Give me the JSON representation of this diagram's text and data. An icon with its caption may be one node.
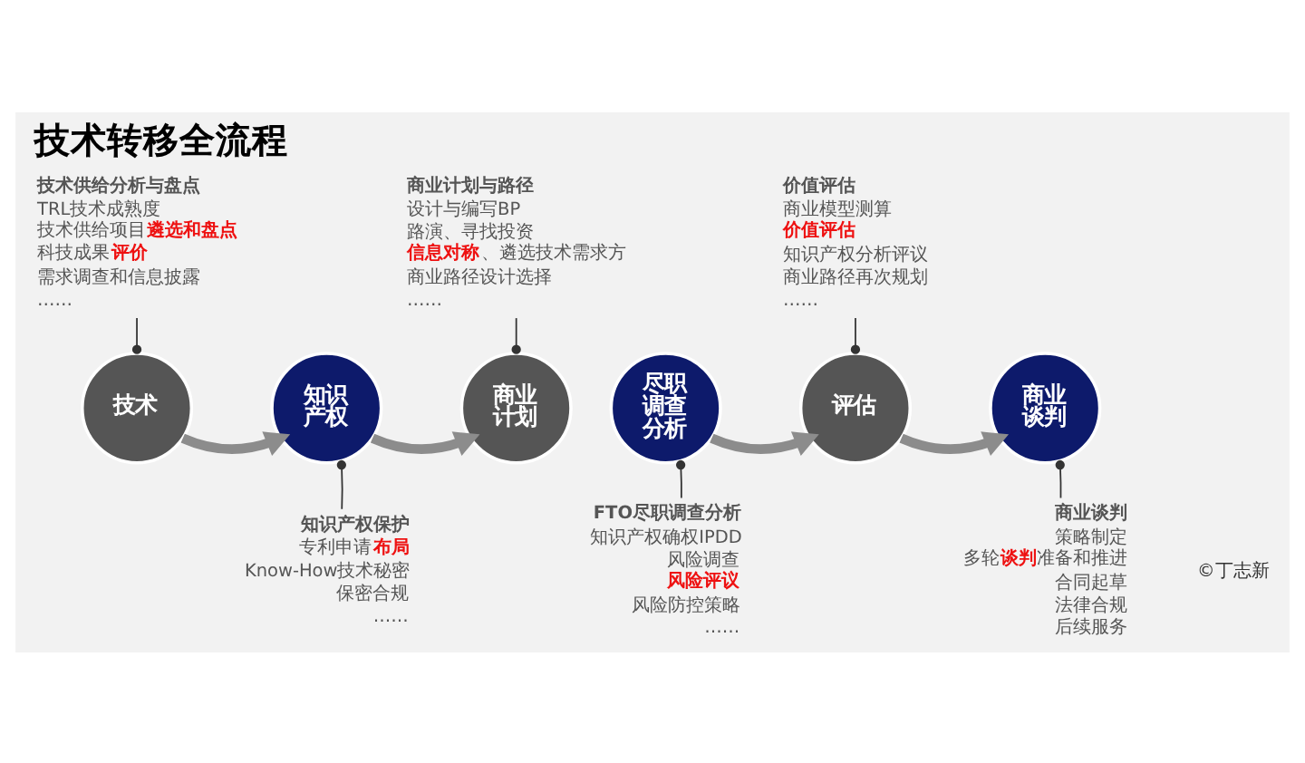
{
  "diagram": {
    "title": "技术转移全流程",
    "nodes": [
      {
        "text": [
          "技术"
        ]
      },
      {
        "text": [
          "知识产权"
        ]
      },
      {
        "text": [
          "商业计划"
        ]
      },
      {
        "text": [
          "尽职调查分析"
        ]
      },
      {
        "text": [
          "评估"
        ]
      },
      {
        "text": [
          "商业谈判"
        ]
      },
      {
        "text": [
          "技术供给分析与盘点",
          "TRL技术成熟度",
          "技术供给项目**遴选和盘点**",
          "科技成果**评价**",
          "需求调查和信息披露",
          "……"
        ]
      },
      {
        "text": [
          "商业计划与路径",
          "设计与编写BP",
          "路演、寻找投资",
          "**信息对称**、遴选技术需求方",
          "商业路径设计选择",
          "……"
        ]
      },
      {
        "text": [
          "价值评估",
          "商业模型测算",
          "**价值评估**",
          "知识产权分析评议",
          "商业路径再次规划",
          "……"
        ]
      },
      {
        "text": [
          "知识产权保护",
          "专利申请**布局**",
          "Know-How技术秘密",
          "保密合规",
          "……"
        ]
      },
      {
        "text": [
          "FTO尽职调查分析",
          "知识产权确权IPDD",
          "风险调查",
          "**风险评议**",
          "风险防控策略",
          "……"
        ]
      },
      {
        "text": [
          "商业谈判",
          "策略制定",
          "多轮**谈判**准备和推进",
          "合同起草",
          "法律合规",
          "后续服务"
        ]
      }
    ],
    "edges": [
      {
        "from": 0,
        "to": 1,
        "arrow": "to",
        "style": "thick"
      },
      {
        "from": 1,
        "to": 2,
        "arrow": "to",
        "style": "thick"
      },
      {
        "from": 3,
        "to": 4,
        "arrow": "to",
        "style": "thick"
      },
      {
        "from": 4,
        "to": 5,
        "arrow": "to",
        "style": "thick"
      },
      {
        "from": 6,
        "to": 0,
        "arrow": "other"
      },
      {
        "from": 7,
        "to": 2,
        "arrow": "other"
      },
      {
        "from": 8,
        "to": 4,
        "arrow": "other"
      },
      {
        "from": 9,
        "to": 1,
        "arrow": "other"
      },
      {
        "from": 10,
        "to": 3,
        "arrow": "other"
      },
      {
        "from": 11,
        "to": 5,
        "arrow": "other"
      }
    ],
    "labels": [
      "©丁志新"
    ]
  }
}
